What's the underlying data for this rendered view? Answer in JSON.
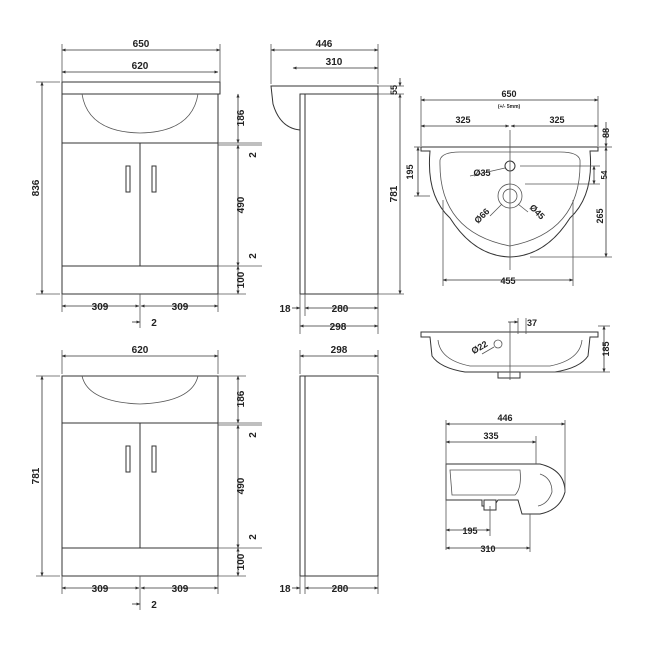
{
  "front_top": {
    "width_overall": "650",
    "width_cabinet": "620",
    "height_overall": "836",
    "h_basin": "186",
    "gap_upper": "2",
    "h_doors": "490",
    "gap_lower": "2",
    "h_plinth": "100",
    "door_left": "309",
    "door_right": "309",
    "door_gap": "2"
  },
  "side_top": {
    "depth_overall": "446",
    "depth_basin": "310",
    "rim": "55",
    "height": "781",
    "back": "18",
    "carcass": "280",
    "total": "298"
  },
  "basin_plan": {
    "width": "650",
    "tolerance": "(+/- 5mm)",
    "half_left": "325",
    "half_right": "325",
    "top_depth": "88",
    "tap_dist": "195",
    "tap_hole": "Ø35",
    "tap_to_waste": "54",
    "overflow": "Ø66",
    "waste": "Ø45",
    "bowl_depth": "265",
    "bowl_width": "455"
  },
  "basin_section": {
    "tap": "37",
    "overflow": "Ø22",
    "height": "185"
  },
  "front_bottom": {
    "width": "620",
    "height": "781",
    "h_basin": "186",
    "gap_upper": "2",
    "h_doors": "490",
    "gap_lower": "2",
    "h_plinth": "100",
    "door_left": "309",
    "door_right": "309",
    "door_gap": "2"
  },
  "side_bottom": {
    "depth": "298",
    "back": "18",
    "carcass": "280"
  },
  "basin_side": {
    "depth_overall": "446",
    "depth_inner": "335",
    "waste_offset": "195",
    "depth_back": "310"
  }
}
